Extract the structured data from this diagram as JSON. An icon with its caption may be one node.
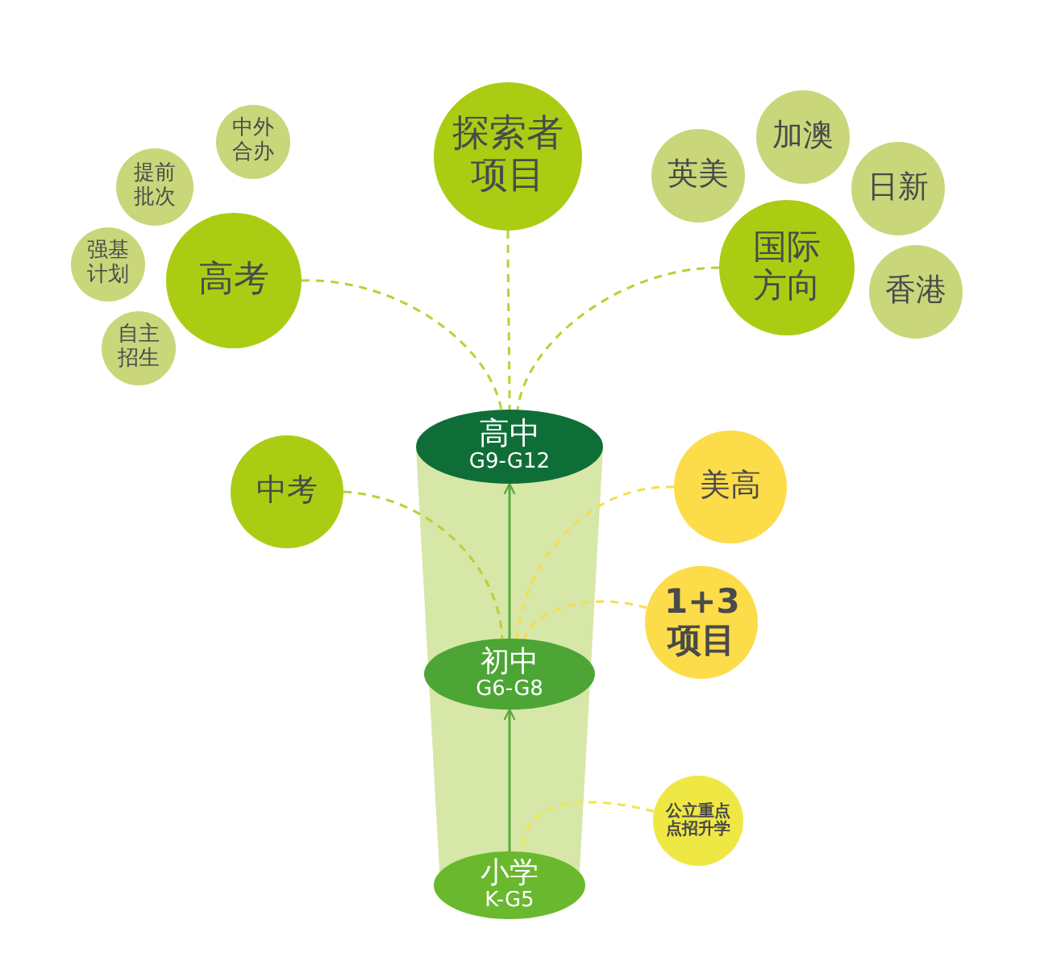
{
  "diagram": {
    "nodes": [
      {
        "text": [
          "探索者项目"
        ]
      },
      {
        "text": [
          "中外合办"
        ]
      },
      {
        "text": [
          "提前批次"
        ]
      },
      {
        "text": [
          "加澳"
        ]
      },
      {
        "text": [
          "英美"
        ]
      },
      {
        "text": [
          "日新"
        ]
      },
      {
        "text": [
          "高考"
        ]
      },
      {
        "text": [
          "国际方向"
        ]
      },
      {
        "text": [
          "强基计划"
        ]
      },
      {
        "text": [
          "香港"
        ]
      },
      {
        "text": [
          "自主招生"
        ]
      },
      {
        "text": [
          "高中",
          "G9-G12"
        ]
      },
      {
        "text": [
          "中考"
        ]
      },
      {
        "text": [
          "美高"
        ]
      },
      {
        "text": [
          "1+3项目"
        ]
      },
      {
        "text": [
          "初中",
          "G6-G8"
        ]
      },
      {
        "text": [
          "公立重点点招升学"
        ]
      },
      {
        "text": [
          "小学",
          "K-G5"
        ]
      }
    ],
    "edges": [
      {
        "from": 6,
        "to": 11,
        "arrow": "none",
        "style": "dashed",
        "color": "#b5d334"
      },
      {
        "from": 0,
        "to": 11,
        "arrow": "none",
        "style": "dashed",
        "color": "#b5d334"
      },
      {
        "from": 7,
        "to": 11,
        "arrow": "none",
        "style": "dashed",
        "color": "#b5d334"
      },
      {
        "from": 12,
        "to": 15,
        "arrow": "none",
        "style": "dashed",
        "color": "#b5d334"
      },
      {
        "from": 13,
        "to": 15,
        "arrow": "none",
        "style": "dashed",
        "color": "#f7dc4c"
      },
      {
        "from": 14,
        "to": 15,
        "arrow": "none",
        "style": "dashed",
        "color": "#f7dc4c"
      },
      {
        "from": 16,
        "to": 17,
        "arrow": "none",
        "style": "dashed",
        "color": "#eee84a"
      },
      {
        "from": 17,
        "to": 15,
        "arrow": "to",
        "color": "#5aa83a"
      },
      {
        "from": 15,
        "to": 11,
        "arrow": "to",
        "color": "#5aa83a"
      }
    ]
  }
}
